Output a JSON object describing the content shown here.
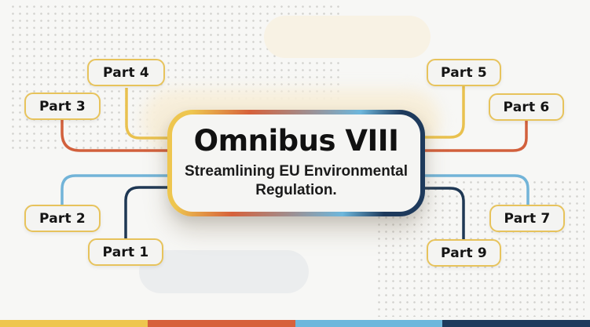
{
  "central": {
    "title": "Omnibus VIII",
    "subtitle": "Streamlining EU Environmental Regulation."
  },
  "nodes": {
    "part1": {
      "label": "Part 1"
    },
    "part2": {
      "label": "Part 2"
    },
    "part3": {
      "label": "Part 3"
    },
    "part4": {
      "label": "Part 4"
    },
    "part5": {
      "label": "Part 5"
    },
    "part6": {
      "label": "Part 6"
    },
    "part7": {
      "label": "Part 7"
    },
    "part9": {
      "label": "Part 9"
    }
  },
  "connectors": {
    "part1": "#1F3854",
    "part2": "#72B4D8",
    "part3": "#D2603C",
    "part4": "#E9C14E",
    "part5": "#E9C14E",
    "part6": "#D2603C",
    "part7": "#72B4D8",
    "part9": "#1F3854"
  },
  "colors": {
    "yellow": "#EEC64F",
    "orange": "#D6613B",
    "light_blue": "#6DB7DC",
    "navy": "#1E3A5C",
    "node_border": "#E7C35C",
    "node_fill": "#F4F4F2",
    "central_fill": "#F5F5F3",
    "ink": "#141414",
    "background": "#F7F7F5"
  }
}
